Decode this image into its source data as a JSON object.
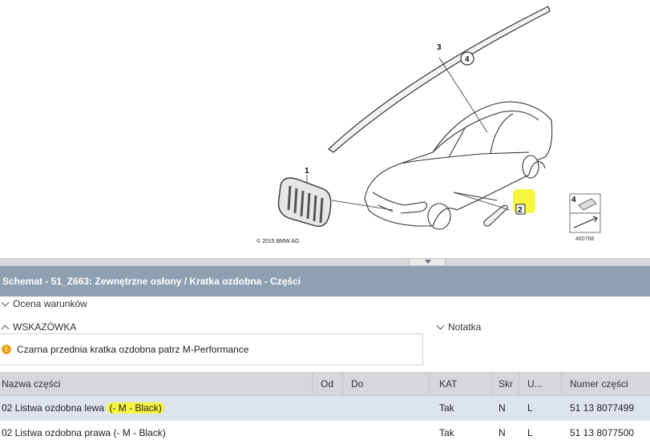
{
  "diagram": {
    "callouts": {
      "one": "1",
      "two": "2",
      "three": "3",
      "four": "4",
      "inset_four": "4"
    },
    "copyright": "© 2015 BMW AG",
    "reference_number": "460766",
    "highlight_color": "#f5f542"
  },
  "schema": {
    "title": "Schemat - 51_Z663: Zewnętrzne osłony / Kratka ozdobna - Części"
  },
  "sections": {
    "condition_label": "Ocena warunków",
    "hint_label": "WSKAZÓWKA",
    "note_label": "Notatka",
    "hint_text": "Czarna przednia kratka ozdobna patrz M-Performance"
  },
  "table": {
    "headers": {
      "name": "Nazwa części",
      "from": "Od",
      "to": "Do",
      "kat": "KAT",
      "skr": "Skr",
      "u": "U...",
      "number": "Numer części"
    },
    "rows": [
      {
        "name_prefix": "02 Listwa ozdobna lewa ",
        "name_suffix": "(- M - Black)",
        "from": "",
        "to": "",
        "kat": "Tak",
        "skr": "N",
        "u": "L",
        "number": "51 13 8077499"
      },
      {
        "name_prefix": "02 Listwa ozdobna prawa ",
        "name_suffix": "(- M - Black)",
        "from": "",
        "to": "",
        "kat": "Tak",
        "skr": "N",
        "u": "L",
        "number": "51 13 8077500"
      }
    ]
  },
  "colors": {
    "title_bar": "#8e9fb2",
    "selected_row": "#dde4ee",
    "header_row": "#d5d7da",
    "hint_icon": "#e6a21a"
  }
}
